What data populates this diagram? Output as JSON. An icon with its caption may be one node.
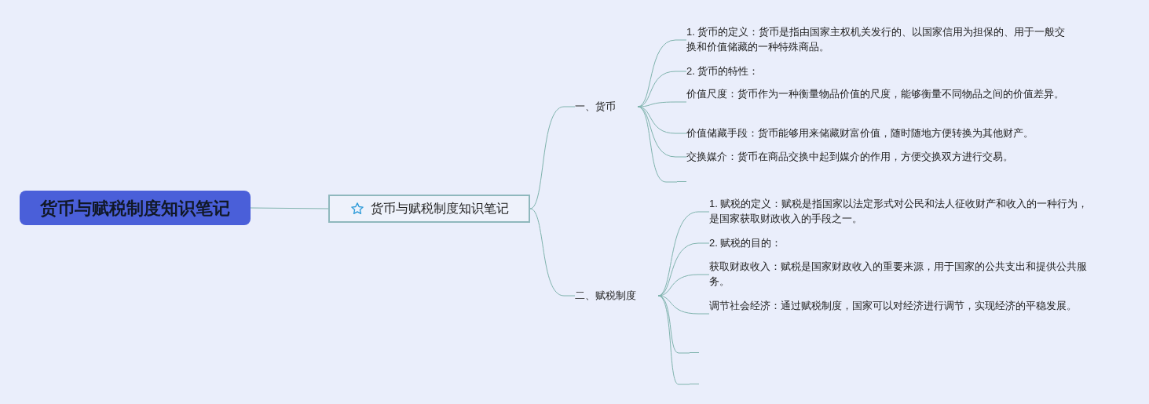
{
  "diagram": {
    "nodes": [
      {
        "text": [
          "货币与赋税制度知识笔记"
        ]
      },
      {
        "text": [
          "货币与赋税制度知识笔记"
        ]
      },
      {
        "text": [
          "一、货币"
        ]
      },
      {
        "text": [
          "二、赋税制度"
        ]
      },
      {
        "text": [
          "1. 货币的定义：货币是指由国家主权机关发行的、以国家信用为担保的、用于一般交换和价值储藏的一种特殊商品。"
        ]
      },
      {
        "text": [
          "2. 货币的特性："
        ]
      },
      {
        "text": [
          "价值尺度：货币作为一种衡量物品价值的尺度，能够衡量不同物品之间的价值差异。"
        ]
      },
      {
        "text": [
          "价值储藏手段：货币能够用来储藏财富价值，随时随地方便转换为其他财产。"
        ]
      },
      {
        "text": [
          "交换媒介：货币在商品交换中起到媒介的作用，方便交换双方进行交易。"
        ]
      },
      {
        "text": [],
        "shape": "line"
      },
      {
        "text": [
          "1. 赋税的定义：赋税是指国家以法定形式对公民和法人征收财产和收入的一种行为，是国家获取财政收入的手段之一。"
        ]
      },
      {
        "text": [
          "2. 赋税的目的："
        ]
      },
      {
        "text": [
          "获取财政收入：赋税是国家财政收入的重要来源，用于国家的公共支出和提供公共服务。"
        ]
      },
      {
        "text": [
          "调节社会经济：通过赋税制度，国家可以对经济进行调节，实现经济的平稳发展。"
        ]
      },
      {
        "text": [],
        "shape": "line"
      },
      {
        "text": [],
        "shape": "line"
      }
    ],
    "edges": [
      {
        "from": 0,
        "to": 1,
        "arrow": "none"
      },
      {
        "from": 1,
        "to": 2,
        "arrow": "none"
      },
      {
        "from": 1,
        "to": 3,
        "arrow": "none"
      },
      {
        "from": 2,
        "to": 4,
        "arrow": "none"
      },
      {
        "from": 2,
        "to": 5,
        "arrow": "none"
      },
      {
        "from": 2,
        "to": 6,
        "arrow": "none"
      },
      {
        "from": 2,
        "to": 7,
        "arrow": "none"
      },
      {
        "from": 2,
        "to": 8,
        "arrow": "none"
      },
      {
        "from": 2,
        "to": 9,
        "arrow": "none"
      },
      {
        "from": 3,
        "to": 10,
        "arrow": "none"
      },
      {
        "from": 3,
        "to": 11,
        "arrow": "none"
      },
      {
        "from": 3,
        "to": 12,
        "arrow": "none"
      },
      {
        "from": 3,
        "to": 13,
        "arrow": "none"
      },
      {
        "from": 3,
        "to": 14,
        "arrow": "none"
      },
      {
        "from": 3,
        "to": 15,
        "arrow": "none"
      }
    ]
  }
}
